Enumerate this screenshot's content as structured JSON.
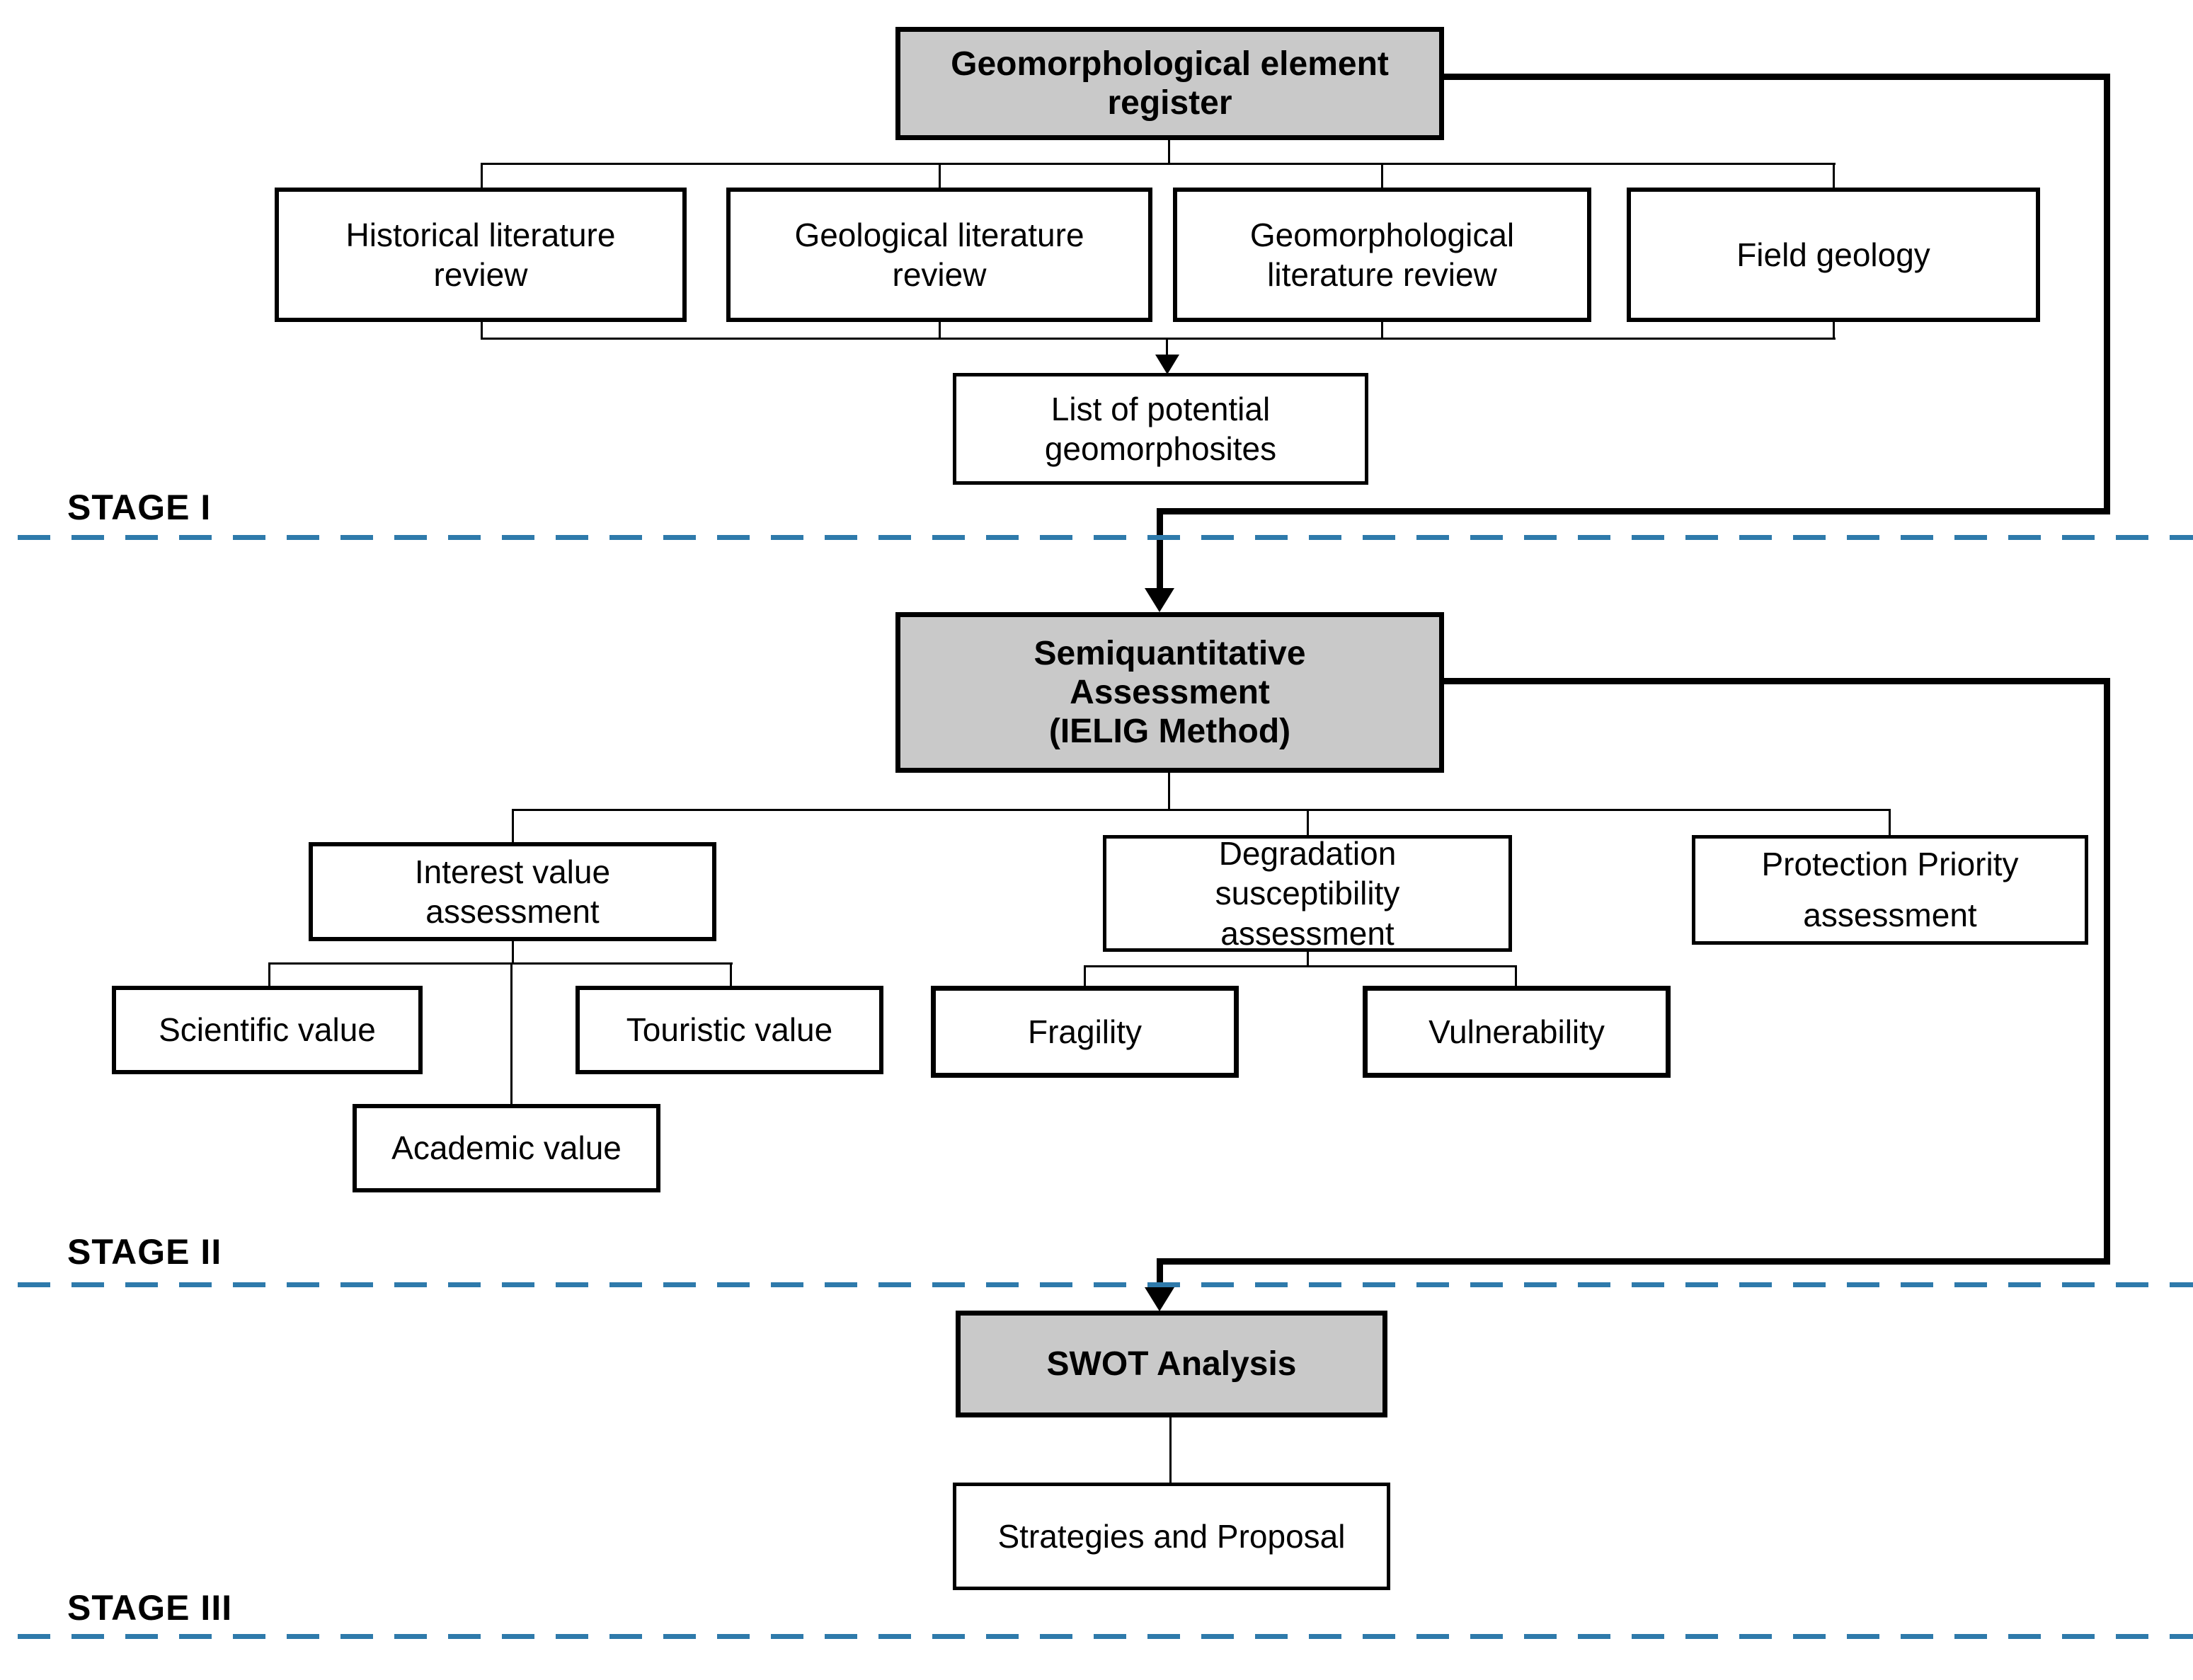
{
  "colors": {
    "stage_box_fill": "#c9c9c9",
    "box_border": "#000000",
    "connector": "#000000",
    "stage_divider_dash": "#2e7aab",
    "background": "#ffffff",
    "text": "#000000"
  },
  "stages": [
    {
      "label": "STAGE I",
      "nodes": {
        "register": "Geomorphological element\nregister",
        "historical": "Historical literature\nreview",
        "geological": "Geological literature\nreview",
        "geomorphological": "Geomorphological\nliterature review",
        "field_geology": "Field geology",
        "list_potential": "List of potential\ngeomorphosites"
      }
    },
    {
      "label": "STAGE II",
      "nodes": {
        "semiquantitative": "Semiquantitative\nAssessment\n(IELIG Method)",
        "interest": "Interest value\nassessment",
        "degradation": "Degradation\nsusceptibility\nassessment",
        "protection": "Protection Priority\nassessment",
        "scientific": "Scientific value",
        "touristic": "Touristic value",
        "academic": "Academic value",
        "fragility": "Fragility",
        "vulnerability": "Vulnerability"
      }
    },
    {
      "label": "STAGE III",
      "nodes": {
        "swot": "SWOT Analysis",
        "strategies": "Strategies and Proposal"
      }
    }
  ]
}
